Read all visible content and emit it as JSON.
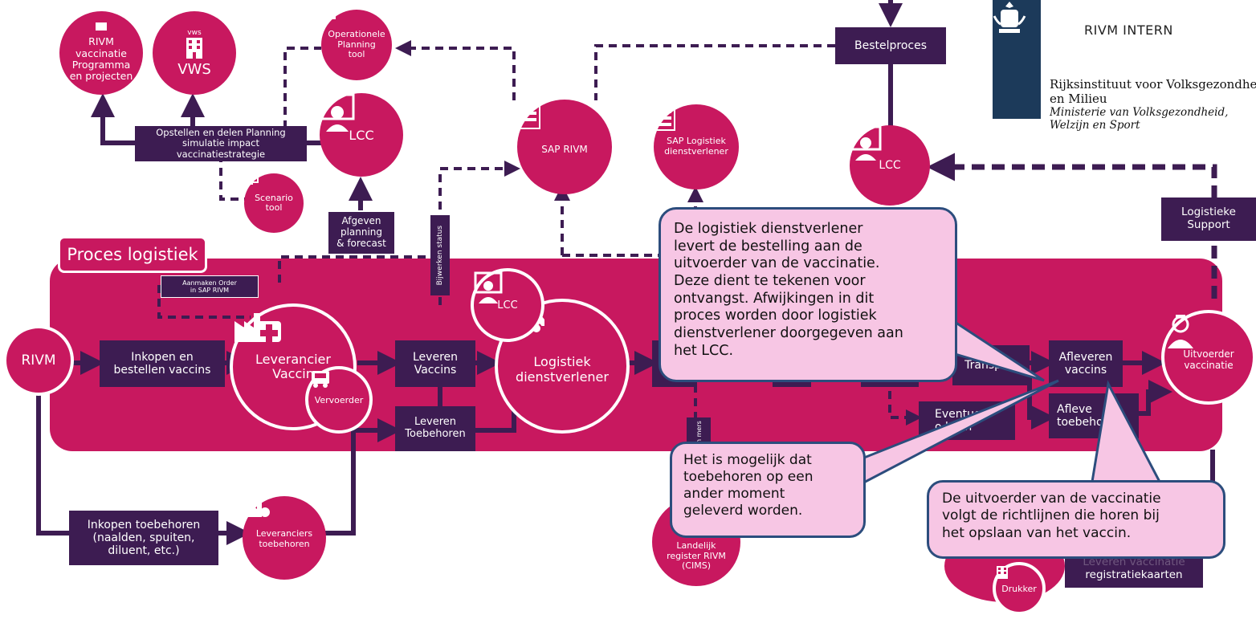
{
  "header": {
    "classification": "RIVM INTERN",
    "org_line1": "Rijksinstituut voor Volksgezondheid",
    "org_line2": "en Milieu",
    "ministry_line1": "Ministerie van Volksgezondheid,",
    "ministry_line2": "Welzijn en Sport"
  },
  "colors": {
    "magenta": "#c8185f",
    "purple": "#3d1c52",
    "callout_fill": "#f7c6e4",
    "callout_border": "#2c4d7d",
    "logo_blue": "#1c3a5a"
  },
  "process_label": "Proces logistiek",
  "circles": {
    "rivm_programma": [
      "RIVM",
      "vaccinatie",
      "Programma",
      "en projecten"
    ],
    "vws_small": "vws",
    "vws": "VWS",
    "planning_tool": [
      "Operationele",
      "Planning",
      "tool"
    ],
    "lcc_left": "LCC",
    "scenario_tool": [
      "Scenario",
      "tool"
    ],
    "sap_rivm": "SAP RIVM",
    "sap_logistiek": [
      "SAP Logistiek",
      "dienstverlener"
    ],
    "lcc_right": "LCC",
    "rivm": "RIVM",
    "leverancier_vaccin": [
      "Leverancier",
      "Vaccin"
    ],
    "vervoerder": "Vervoerder",
    "lcc_mid": "LCC",
    "logistiek_dienstverlener": [
      "Logistiek",
      "dienstverlener"
    ],
    "uitvoerder": [
      "Uitvoerder",
      "vaccinatie"
    ],
    "leveranciers_toebehoren": [
      "Leveranciers",
      "toebehoren"
    ],
    "landelijk_register": [
      "Landelijk",
      "register RIVM",
      "(CIMS)"
    ],
    "drukker": "Drukker"
  },
  "boxes": {
    "bestelproces": "Bestelproces",
    "opstellen": [
      "Opstellen en delen Planning",
      "simulatie impact",
      "vaccinatiestrategie"
    ],
    "afgeven": [
      "Afgeven",
      "planning",
      "& forecast"
    ],
    "bijwerken": "Bijwerken status",
    "aanmaken": [
      "Aanmaken Order",
      "in SAP RIVM"
    ],
    "inkopen_vaccins": [
      "Inkopen en",
      "bestellen vaccins"
    ],
    "leveren_vaccins": [
      "Leveren",
      "Vaccins"
    ],
    "leveren_toebehoren": [
      "Leveren",
      "Toebehoren"
    ],
    "logistieke_support": [
      "Logistieke",
      "Support"
    ],
    "transport": "Transport",
    "afleveren_vaccins": [
      "Afleveren",
      "vaccins"
    ],
    "afleveren_toebehoren": [
      "Afleve",
      "toebeho"
    ],
    "eventueel": [
      "Eventue",
      "o   kken"
    ],
    "inkopen_toebehoren": [
      "Inkopen toebehoren",
      "(naalden, spuiten,",
      "diluent, etc.)"
    ],
    "registratie": [
      "Leveren vaccinatie",
      "registratiekaarten"
    ],
    "vertical_small": "eren mers"
  },
  "callouts": {
    "main": [
      "De logistiek dienstverlener",
      "levert de bestelling aan de",
      "uitvoerder van de vaccinatie.",
      "Deze dient te tekenen voor",
      "ontvangst. Afwijkingen in dit",
      "proces worden door logistiek",
      "dienstverlener doorgegeven aan",
      "het LCC."
    ],
    "toebehoren": [
      "Het is mogelijk dat",
      "toebehoren op een",
      "ander moment",
      "geleverd worden."
    ],
    "uitvoerder": [
      "De uitvoerder van de vaccinatie",
      "volgt de richtlijnen die horen bij",
      "het opslaan van het vaccin."
    ]
  }
}
